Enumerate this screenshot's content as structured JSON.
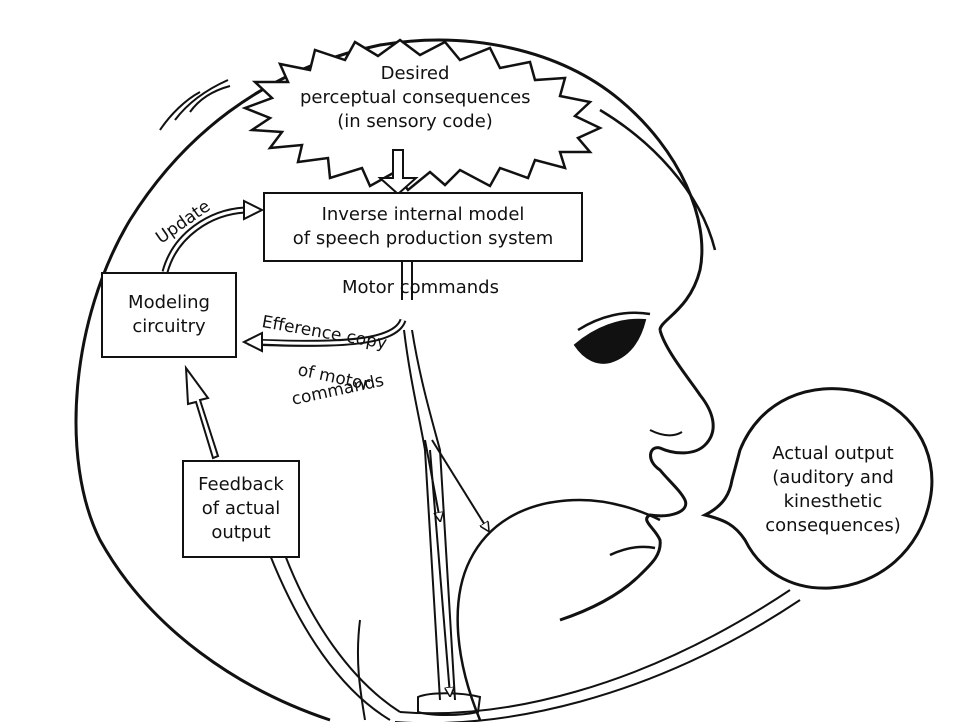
{
  "desired": {
    "line1": "Desired",
    "line2": "perceptual consequences",
    "line3": "(in sensory code)"
  },
  "inverse_model": {
    "line1": "Inverse internal model",
    "line2": "of speech production system"
  },
  "modeling": {
    "line1": "Modeling",
    "line2": "circuitry"
  },
  "feedback": {
    "line1": "Feedback",
    "line2": "of actual",
    "line3": "output"
  },
  "actual_output": {
    "line1": "Actual output",
    "line2": "(auditory and",
    "line3": "kinesthetic",
    "line4": "consequences)"
  },
  "arrows": {
    "update": "Update",
    "motor_commands": "Motor commands",
    "efference_line1": "Efference copy",
    "efference_line2": "of motor",
    "efference_line3": "commands"
  }
}
